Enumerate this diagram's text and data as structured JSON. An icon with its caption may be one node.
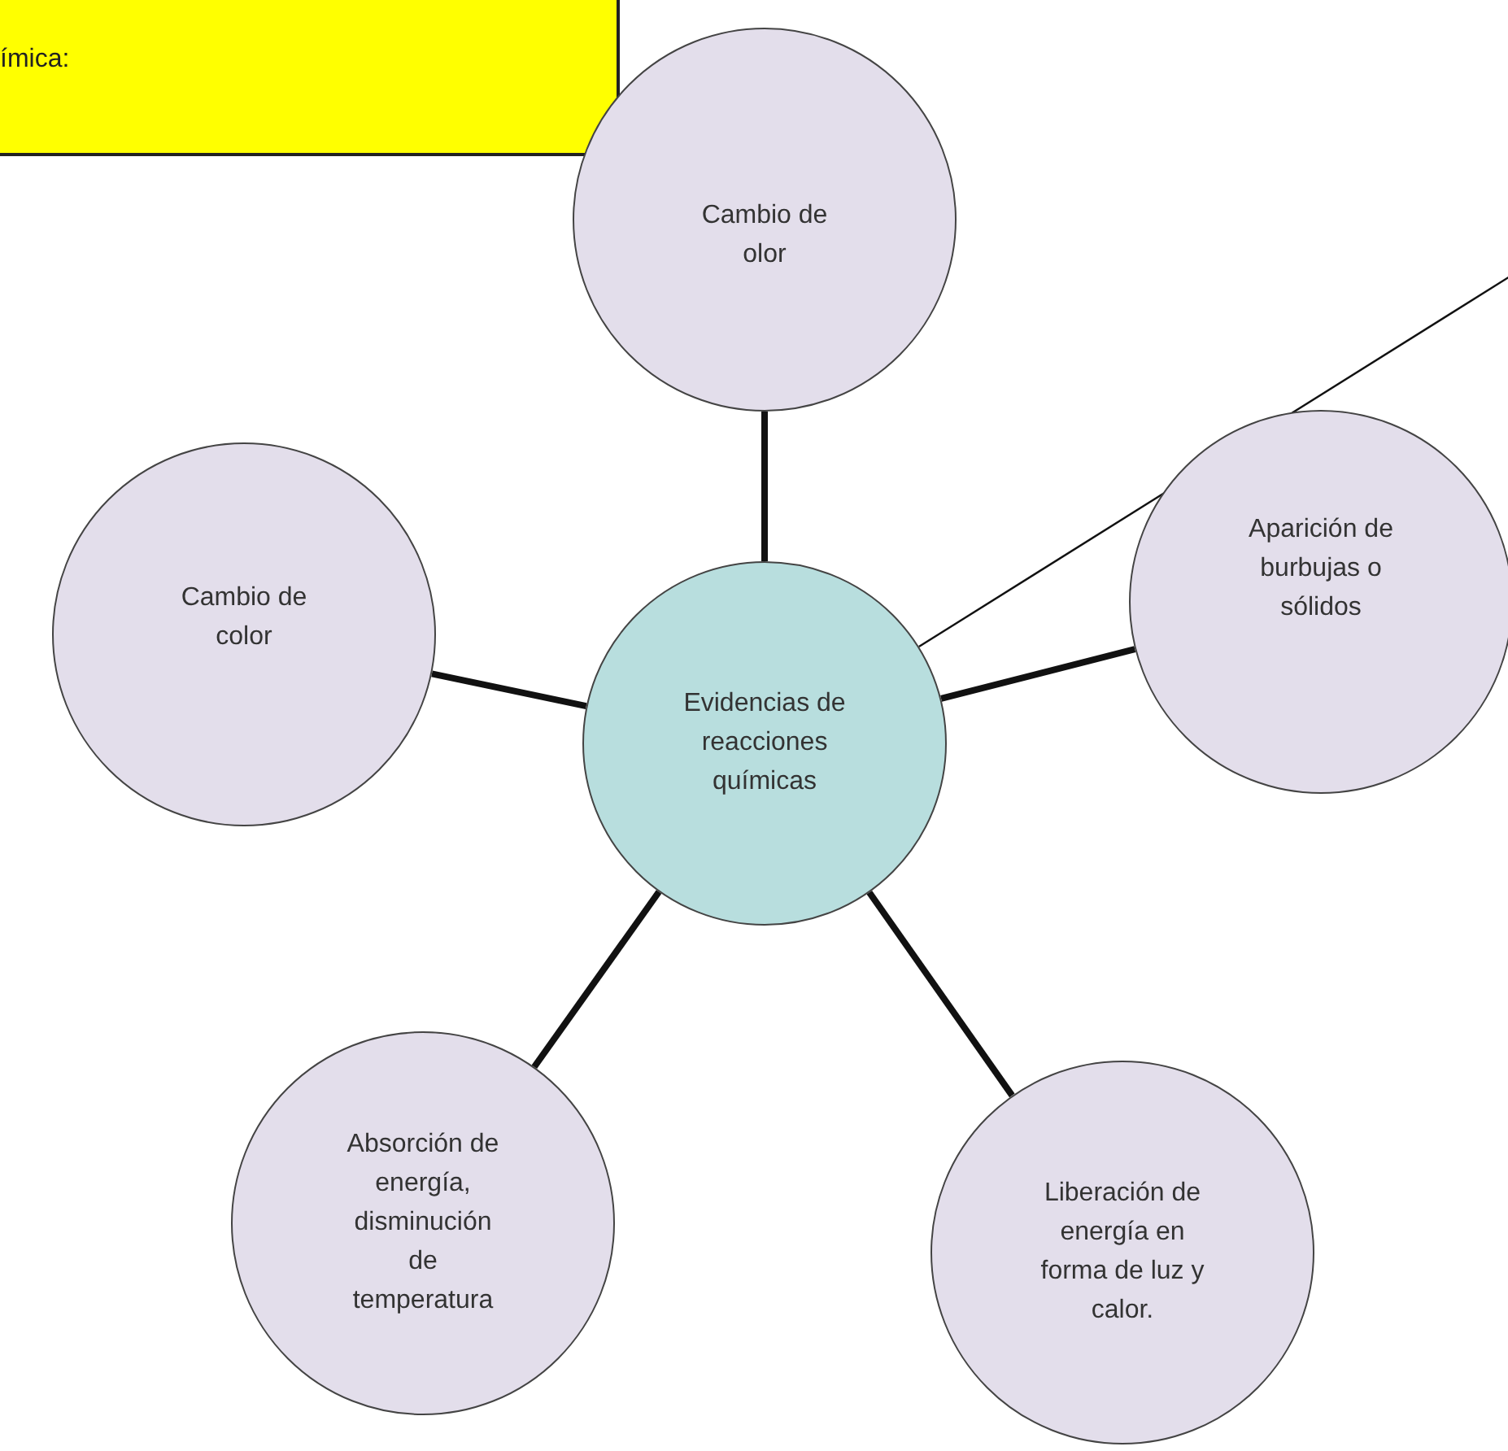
{
  "diagram": {
    "nodes": [
      {
        "text": [
          "ímica:"
        ]
      },
      {
        "text": [
          "Cambio de olor"
        ]
      },
      {
        "text": [
          "Cambio de color"
        ]
      },
      {
        "text": [
          "Evidencias de reacciones químicas"
        ]
      },
      {
        "text": [
          "Aparición de burbujas o sólidos"
        ]
      },
      {
        "text": [
          "Absorción de energía, disminución de temperatura"
        ]
      },
      {
        "text": [
          "Liberación de energía en forma de luz y calor."
        ]
      }
    ],
    "edges": [
      {
        "from": 3,
        "to": 1,
        "arrow": "none"
      },
      {
        "from": 3,
        "to": 2,
        "arrow": "none"
      },
      {
        "from": 3,
        "to": 4,
        "arrow": "none"
      },
      {
        "from": 3,
        "to": 5,
        "arrow": "none"
      },
      {
        "from": 3,
        "to": 6,
        "arrow": "none"
      },
      {
        "from": 3,
        "to": null,
        "arrow": "none"
      }
    ]
  }
}
